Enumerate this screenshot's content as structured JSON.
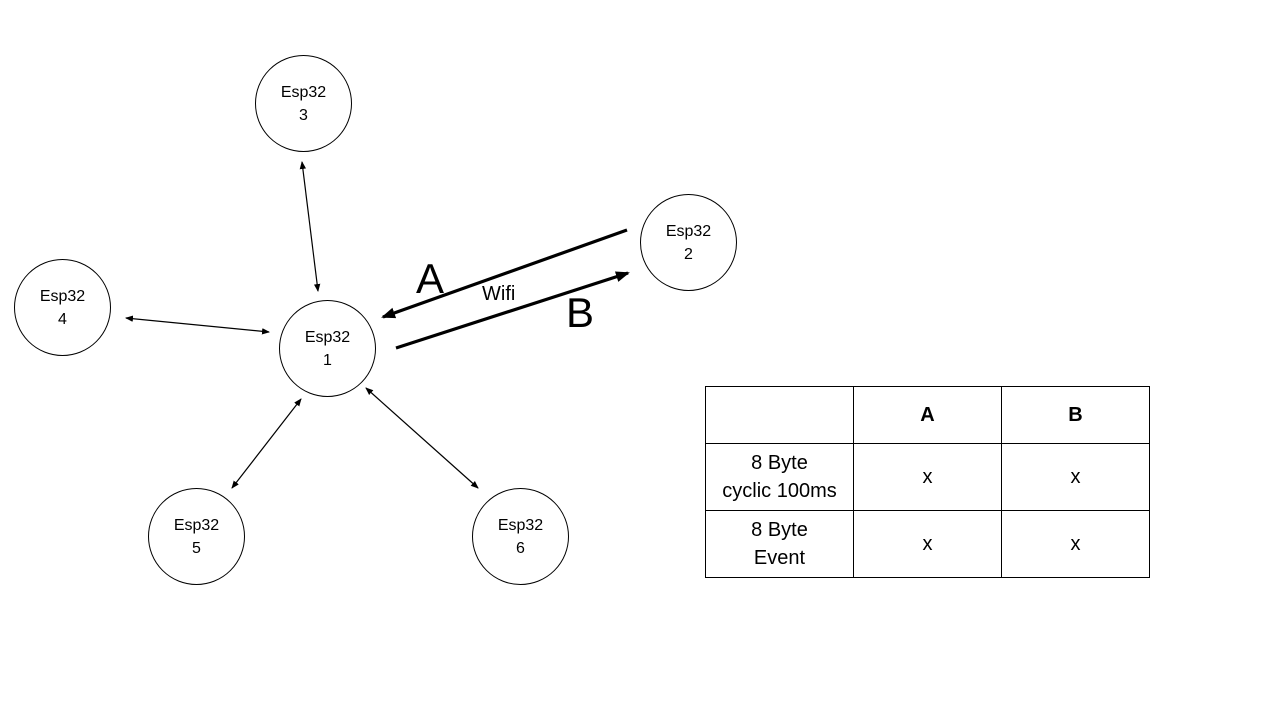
{
  "nodes": [
    {
      "id": "esp1",
      "name": "Esp32",
      "number": "1"
    },
    {
      "id": "esp2",
      "name": "Esp32",
      "number": "2"
    },
    {
      "id": "esp3",
      "name": "Esp32",
      "number": "3"
    },
    {
      "id": "esp4",
      "name": "Esp32",
      "number": "4"
    },
    {
      "id": "esp5",
      "name": "Esp32",
      "number": "5"
    },
    {
      "id": "esp6",
      "name": "Esp32",
      "number": "6"
    }
  ],
  "links": {
    "label_a": "A",
    "label_b": "B",
    "medium": "Wifi"
  },
  "table": {
    "headers": [
      "",
      "A",
      "B"
    ],
    "rows": [
      {
        "label_line1": "8 Byte",
        "label_line2": "cyclic 100ms",
        "a": "x",
        "b": "x"
      },
      {
        "label_line1": "8 Byte",
        "label_line2": "Event",
        "a": "x",
        "b": "x"
      }
    ]
  }
}
